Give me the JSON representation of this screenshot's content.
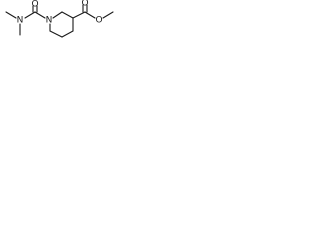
{
  "structure": {
    "atoms": {
      "amide_oxygen": "O",
      "dimethyl_nitrogen": "N",
      "ring_nitrogen": "N",
      "ester_carbonyl_oxygen": "O",
      "ester_ether_oxygen": "O"
    }
  },
  "colors": {
    "bond": "#1a1a1a",
    "label": "#1a1a1a",
    "background": "#ffffff"
  }
}
